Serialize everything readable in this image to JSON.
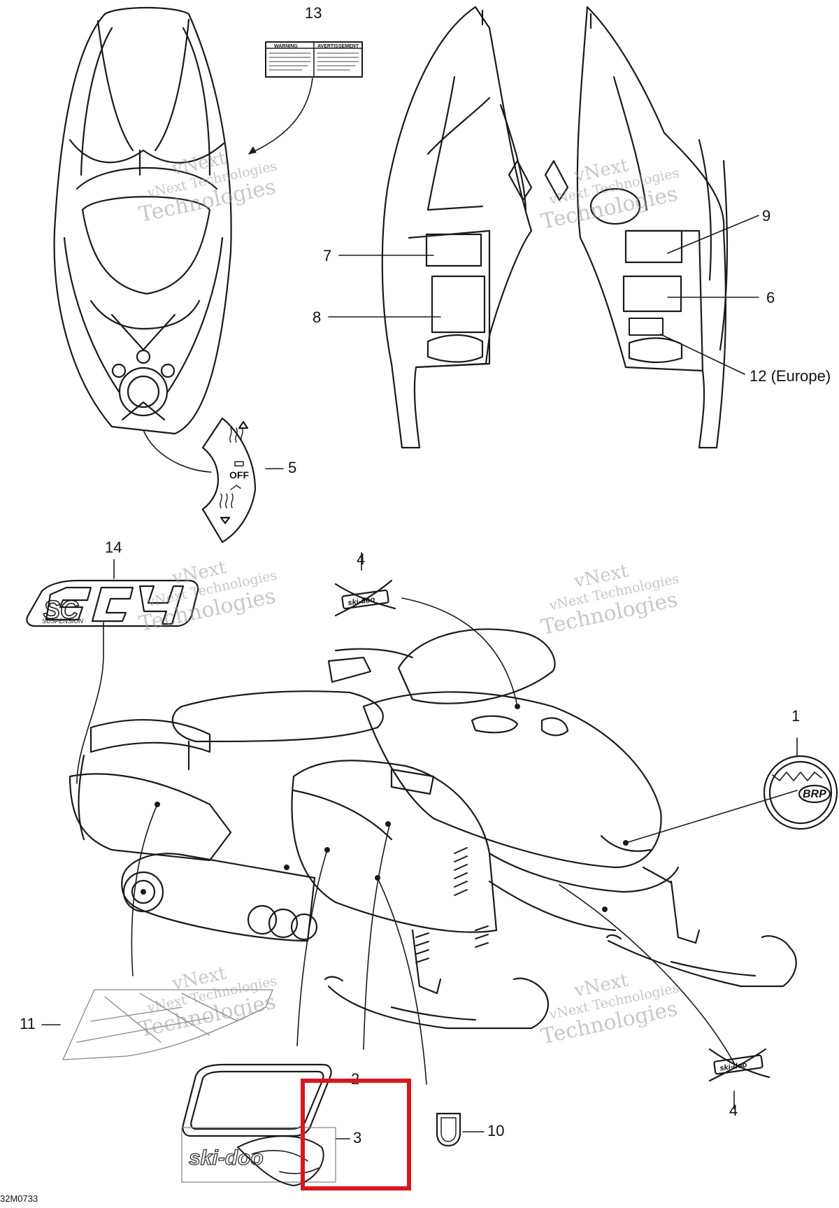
{
  "diagram": {
    "drawing_code": "32M0733",
    "callouts": [
      "13",
      "7",
      "8",
      "9",
      "6",
      "12 (Europe)",
      "5",
      "14",
      "4",
      "1",
      "11",
      "2",
      "3",
      "10",
      "4"
    ],
    "watermark": {
      "line1": "vNext",
      "line2": "vNext Technologies",
      "line3": "Technologies"
    },
    "labels": {
      "warning_left": "WARNING",
      "warning_right": "AVERTISSEMENT",
      "switch_off": "OFF",
      "brp_badge": "BRP",
      "skidoo_logo": "ski-doo",
      "sc_logo": "SC",
      "sc_suspension": "SUSPENSION"
    },
    "highlight_color": "#d9161c",
    "line_color": "#1a1a1a"
  }
}
